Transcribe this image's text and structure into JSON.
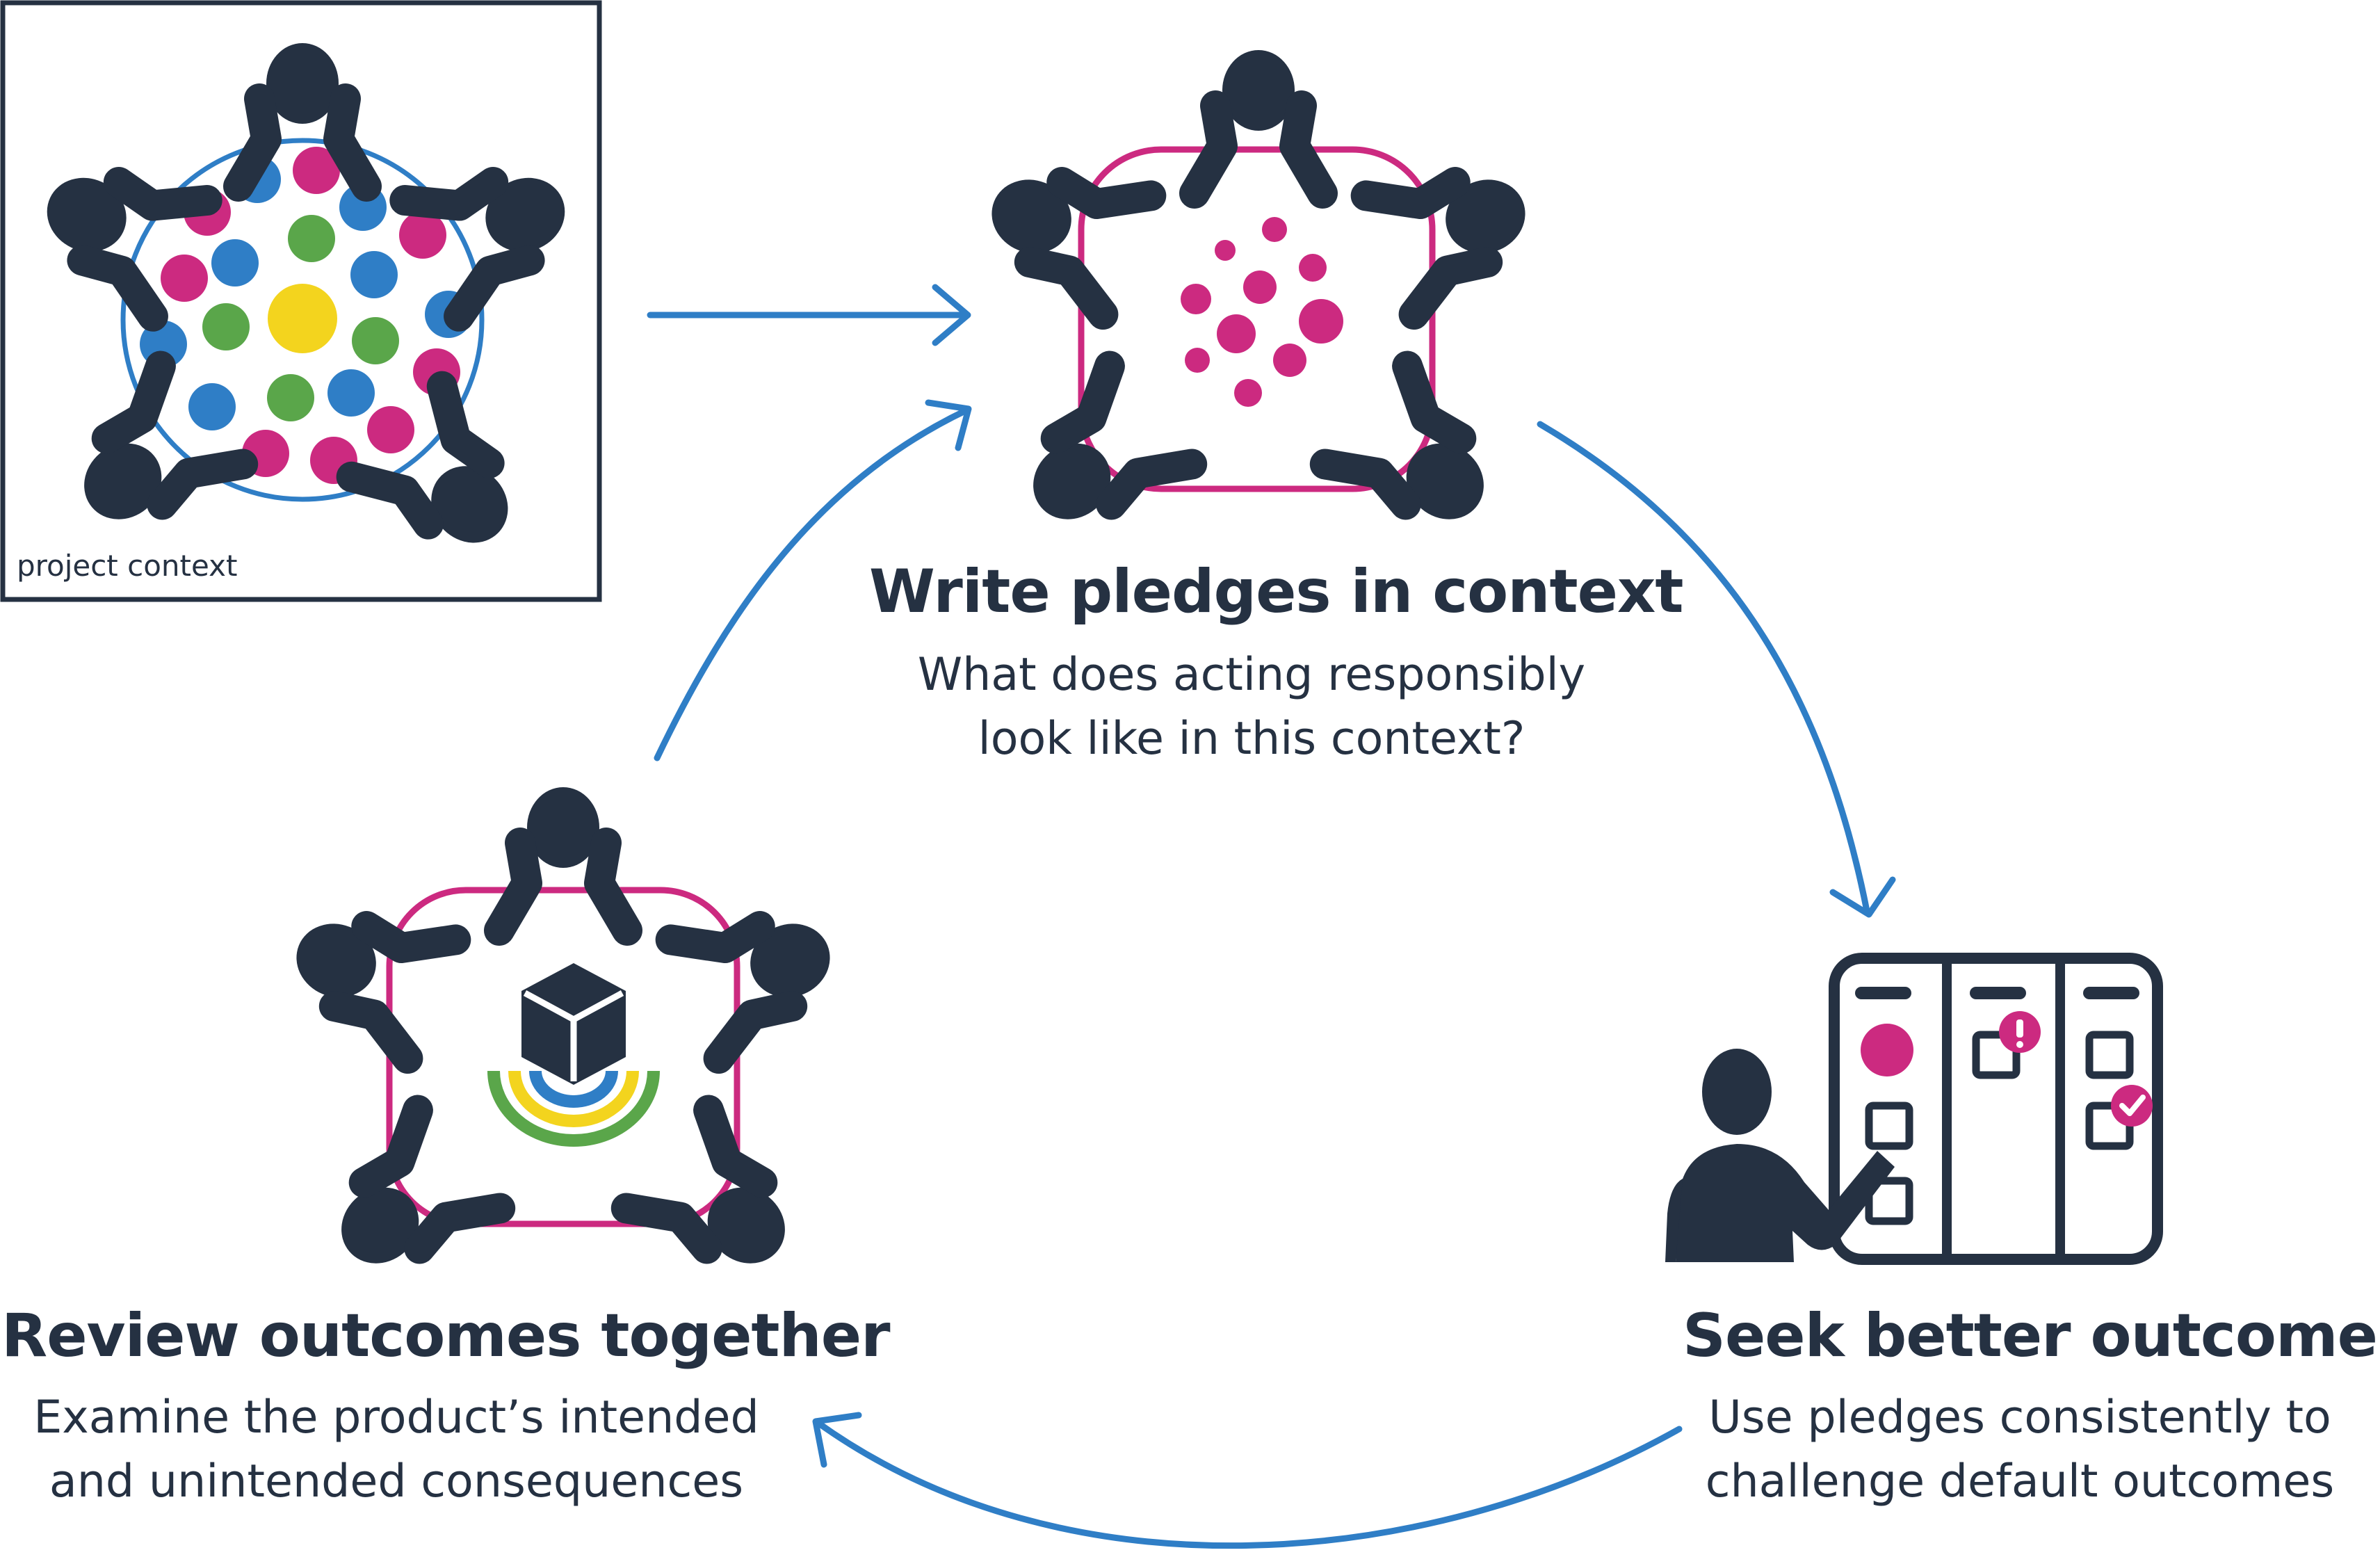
{
  "colors": {
    "navy": "#253142",
    "blue": "#2f7ec6",
    "magenta": "#cc2a80",
    "green": "#5aa64a",
    "yellow": "#f3d41e"
  },
  "context_box": {
    "label": "project context"
  },
  "steps": {
    "write": {
      "title": "Write pledges in context",
      "line1": "What does acting responsibly",
      "line2": "look like in this context?"
    },
    "seek": {
      "title": "Seek better outcomes",
      "line1": "Use pledges consistently to",
      "line2": "challenge default outcomes"
    },
    "review": {
      "title": "Review outcomes together",
      "line1": "Examine the product’s intended",
      "line2": "and unintended consequences"
    }
  },
  "icons": {
    "context": "people-around-round-table-icon",
    "write": "people-around-pledge-table-icon",
    "seek": "person-at-kanban-board-icon",
    "review": "people-around-product-table-icon"
  }
}
